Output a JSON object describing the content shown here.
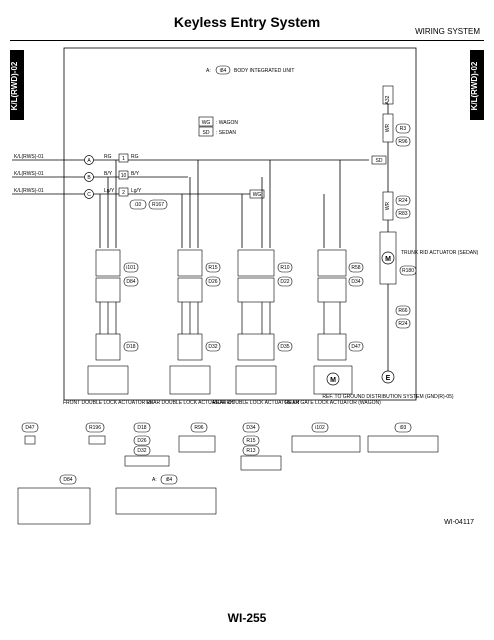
{
  "header": {
    "title": "Keyless Entry System",
    "section": "WIRING SYSTEM"
  },
  "footer": {
    "page_number": "WI-255",
    "figure_code": "WI-04117"
  },
  "side_tab": {
    "label": "K/L(RWD)-02"
  },
  "bcm": {
    "prefix": "A:",
    "connector": "i84",
    "label": "BODY INTEGRATED UNIT"
  },
  "legend": [
    {
      "key": "WG",
      "value": ": WAGON"
    },
    {
      "key": "SD",
      "value": ": SEDAN"
    }
  ],
  "inputs": [
    {
      "label": "K/L(RWS)-01",
      "letter": "A",
      "c1": "RG",
      "pin": "1",
      "c2": "RG"
    },
    {
      "label": "K/L(RWS)-01",
      "letter": "B",
      "c1": "B/Y",
      "pin": "10",
      "c2": "B/Y"
    },
    {
      "label": "K/L(RWS)-01",
      "letter": "C",
      "c1": "Lg/Y",
      "pin": "2",
      "c2": "Lg/Y"
    }
  ],
  "joint_connectors": [
    "i10",
    "R167"
  ],
  "wagon_tag": "WG",
  "right_path": {
    "top": [
      "A32",
      "WR"
    ],
    "r3": [
      "WR",
      "4",
      "R3",
      "R96",
      "3",
      "WR"
    ],
    "sd": "SD",
    "r24": [
      "WR",
      "R24",
      "R83"
    ],
    "trunk": {
      "pins": [
        "2",
        "1"
      ],
      "label": "TRUNK RID ACTUATOR (SEDAN)",
      "conn": "R180"
    },
    "r66": [
      "B",
      "1",
      "R66",
      "R24",
      "1",
      "B"
    ],
    "ground": {
      "letter": "E",
      "wire": "B",
      "label": "REF. TO GROUND DISTRIBUTION SYSTEM (GND(R)-05)"
    }
  },
  "actuators": [
    {
      "c1": "i101",
      "c2": "D84",
      "c3": "D18",
      "label": "FRONT DOUBLE LOCK ACTUATOR LH"
    },
    {
      "c1": "R15",
      "c2": "D26",
      "c3": "D32",
      "label": "REAR DOUBLE LOCK ACTUATOR RH"
    },
    {
      "c1": "R10",
      "c2": "D22",
      "c3": "D35",
      "label": "REAR DOUBLE LOCK ACTUATOR LH"
    },
    {
      "c1": "R58",
      "c2": "D34",
      "c3": "D47",
      "label": "REAR GATE LOCK ACTUATOR (WAGON)"
    }
  ],
  "bottom_labels": [
    "D47",
    "R196",
    "D18",
    "R96",
    "D34",
    "i102",
    "i93",
    "D84",
    "A:",
    "i84"
  ],
  "bottom_groups": {
    "d18": [
      "D18",
      "D26",
      "D32"
    ],
    "d34": [
      "D34",
      "R15",
      "R13"
    ]
  },
  "colors": {
    "line": "#000000",
    "paper": "#ffffff"
  }
}
